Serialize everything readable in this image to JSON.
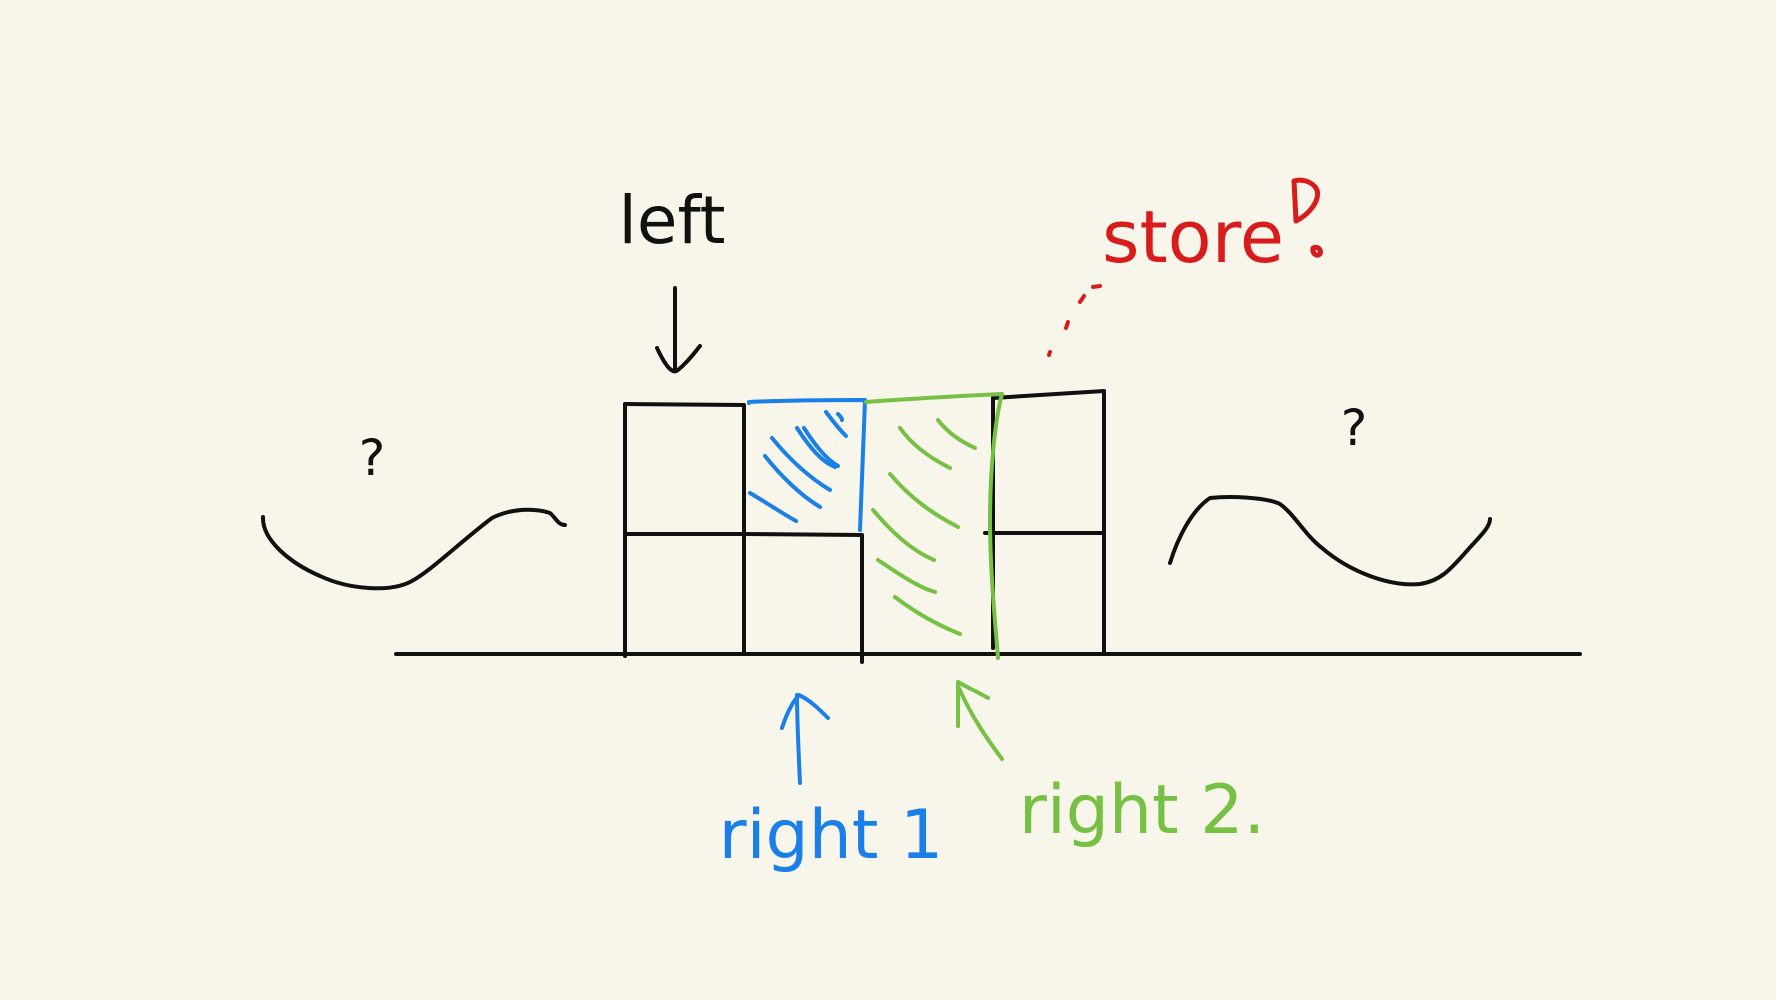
{
  "colors": {
    "background": "#f8f6ea",
    "ink": "#111111",
    "blue": "#1a7fe8",
    "green": "#76c043",
    "red": "#d81b1b"
  },
  "labels": {
    "left": "left",
    "store": "store",
    "right1": "right 1",
    "right2": "right 2.",
    "question_left": "?",
    "question_right": "?"
  }
}
